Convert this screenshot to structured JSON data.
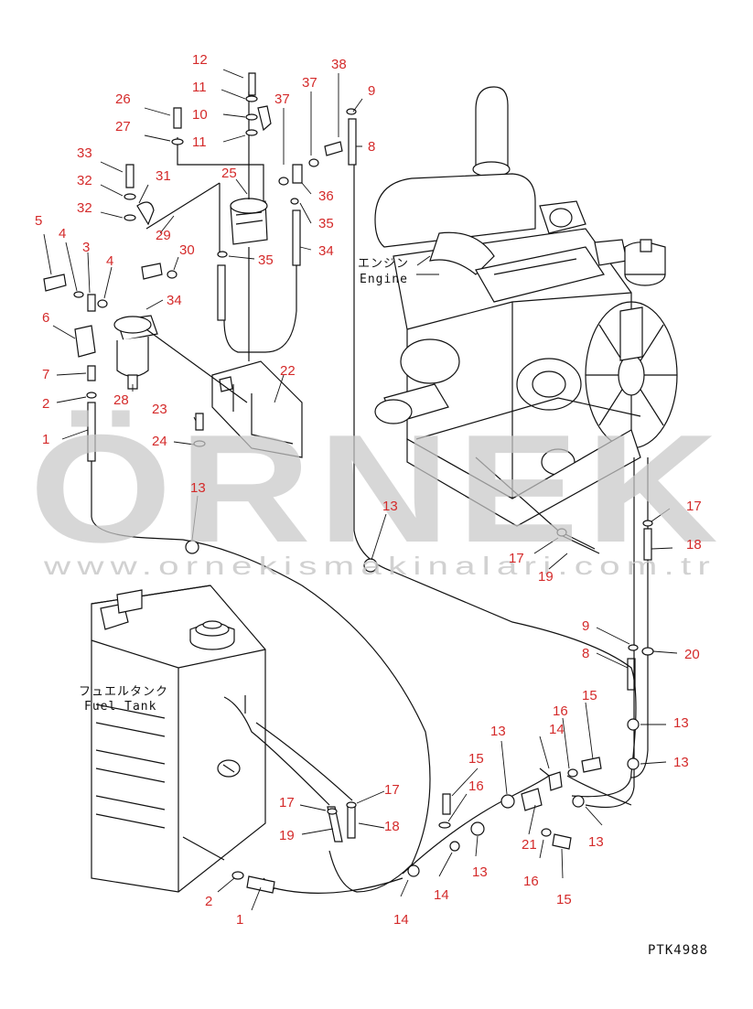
{
  "drawing_code": "PTK4988",
  "watermark": {
    "brand": "ÖRNEK",
    "url": "www.ornekismakinalari.com.tr"
  },
  "labels": {
    "engine_jp": "エンジン",
    "engine_en": "Engine",
    "fuel_tank_jp": "フュエルタンク",
    "fuel_tank_en": "Fuel Tank"
  },
  "callouts": [
    "12",
    "11",
    "10",
    "11",
    "26",
    "27",
    "33",
    "32",
    "32",
    "31",
    "37",
    "38",
    "37",
    "9",
    "8",
    "25",
    "36",
    "35",
    "29",
    "30",
    "35",
    "34",
    "5",
    "4",
    "3",
    "4",
    "34",
    "6",
    "7",
    "2",
    "28",
    "1",
    "22",
    "23",
    "24",
    "13",
    "13",
    "17",
    "17",
    "18",
    "19",
    "9",
    "8",
    "20",
    "15",
    "16",
    "13",
    "13",
    "14",
    "13",
    "15",
    "16",
    "17",
    "17",
    "18",
    "19",
    "13",
    "21",
    "16",
    "15",
    "13",
    "14",
    "2",
    "1",
    "14"
  ],
  "colors": {
    "callout": "#d42a2a",
    "line": "#111111",
    "watermark": "#c9c9c9"
  }
}
